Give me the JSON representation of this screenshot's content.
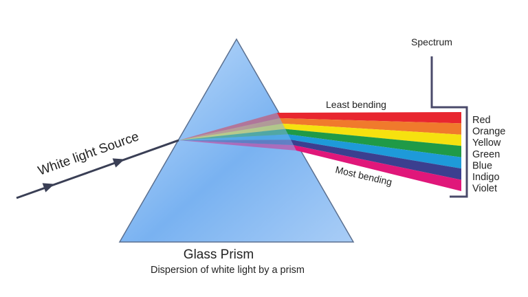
{
  "labels": {
    "white_light": "White light Source",
    "prism": "Glass Prism",
    "caption": "Dispersion of white light by a prism",
    "least_bending": "Least bending",
    "most_bending": "Most bending",
    "spectrum": "Spectrum"
  },
  "spectrum_colors": [
    {
      "name": "Red",
      "color": "#e8262f"
    },
    {
      "name": "Orange",
      "color": "#f07a2c"
    },
    {
      "name": "Yellow",
      "color": "#f6e10f"
    },
    {
      "name": "Green",
      "color": "#1f9a47"
    },
    {
      "name": "Blue",
      "color": "#1e9ad9"
    },
    {
      "name": "Indigo",
      "color": "#3b3f8f"
    },
    {
      "name": "Violet",
      "color": "#e0177a"
    }
  ],
  "colors": {
    "prism_light": "#b9d8fa",
    "prism_dark": "#6aa9ef",
    "ray": "#3a3f55",
    "bracket": "#4a4a6a"
  }
}
